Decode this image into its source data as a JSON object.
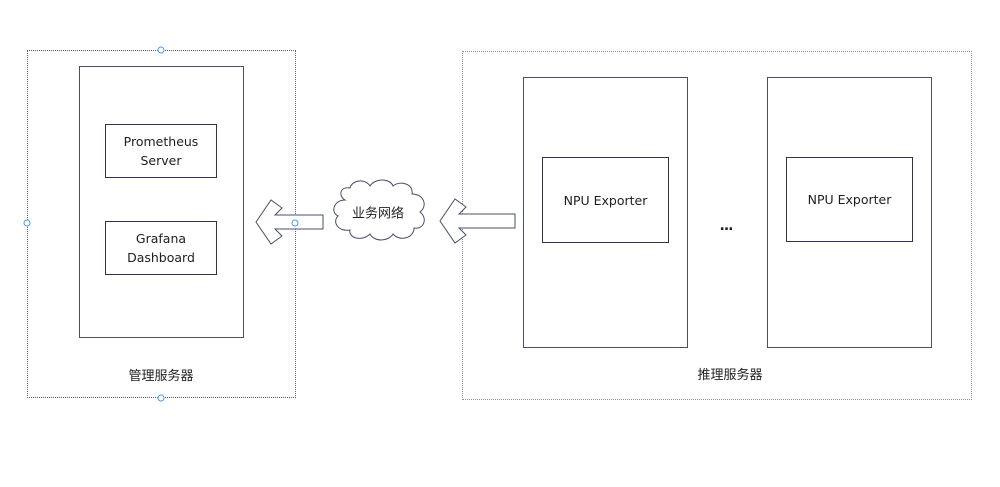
{
  "management_server": {
    "label": "管理服务器",
    "components": [
      {
        "line1": "Prometheus",
        "line2": "Server"
      },
      {
        "line1": "Grafana",
        "line2": "Dashboard"
      }
    ]
  },
  "network": {
    "label": "业务网络",
    "icon": "cloud-icon"
  },
  "inference_servers": {
    "label": "推理服务器",
    "nodes": [
      {
        "component": "NPU Exporter"
      },
      {
        "component": "NPU Exporter"
      }
    ],
    "ellipsis": "..."
  },
  "colors": {
    "stroke": "#4a4f6a",
    "handle": "#4a9be6"
  }
}
